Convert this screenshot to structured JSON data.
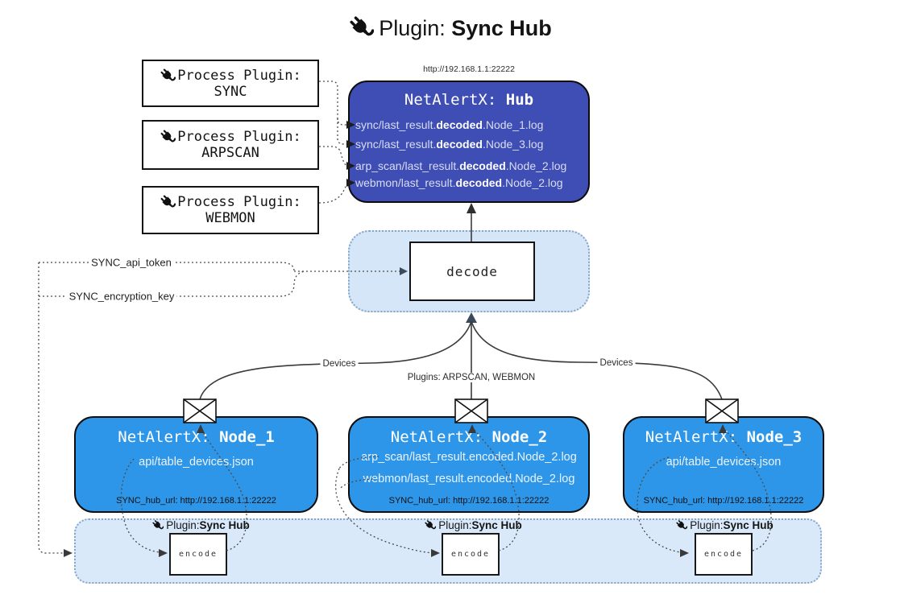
{
  "title": {
    "prefix": "Plugin: ",
    "bold": "Sync Hub"
  },
  "hub": {
    "url": "http://192.168.1.1:22222",
    "title_prefix": "NetAlertX: ",
    "title_bold": "Hub",
    "lines": [
      {
        "pre": "sync/last_result.",
        "bold": "decoded",
        "post": ".Node_1.log"
      },
      {
        "pre": "sync/last_result.",
        "bold": "decoded",
        "post": ".Node_3.log"
      },
      {
        "pre": "arp_scan/last_result.",
        "bold": "decoded",
        "post": ".Node_2.log"
      },
      {
        "pre": "webmon/last_result.",
        "bold": "decoded",
        "post": ".Node_2.log"
      }
    ]
  },
  "process_plugins": [
    {
      "label": "Process Plugin:",
      "name": "SYNC"
    },
    {
      "label": "Process Plugin:",
      "name": "ARPSCAN"
    },
    {
      "label": "Process Plugin:",
      "name": "WEBMON"
    }
  ],
  "settings": {
    "api_token": "SYNC_api_token",
    "encryption_key": "SYNC_encryption_key"
  },
  "decode": {
    "label": "decode"
  },
  "edges": {
    "devices_left": "Devices",
    "plugins_center": "Plugins: ARPSCAN, WEBMON",
    "devices_right": "Devices"
  },
  "nodes": [
    {
      "title_prefix": "NetAlertX: ",
      "title_bold": "Node_1",
      "content": [
        "api/table_devices.json"
      ],
      "hub_url": "SYNC_hub_url: http://192.168.1.1:22222"
    },
    {
      "title_prefix": "NetAlertX: ",
      "title_bold": "Node_2",
      "content": [
        "arp_scan/last_result.encoded.Node_2.log",
        "webmon/last_result.encoded.Node_2.log"
      ],
      "hub_url": "SYNC_hub_url: http://192.168.1.1:22222"
    },
    {
      "title_prefix": "NetAlertX: ",
      "title_bold": "Node_3",
      "content": [
        "api/table_devices.json"
      ],
      "hub_url": "SYNC_hub_url: http://192.168.1.1:22222"
    }
  ],
  "encode_band": {
    "plugin_prefix": "Plugin: ",
    "plugin_bold": "Sync Hub",
    "encode_label": "encode"
  },
  "colors": {
    "hub_fill": "#3e4eb5",
    "node_fill": "#2e96e8",
    "band_fill": "#d9e9f9",
    "decode_container_fill": "#d4e6f7",
    "hub_text": "#d9ddf2",
    "node_text": "#eaf3fd",
    "line": "#3a3a3a"
  }
}
